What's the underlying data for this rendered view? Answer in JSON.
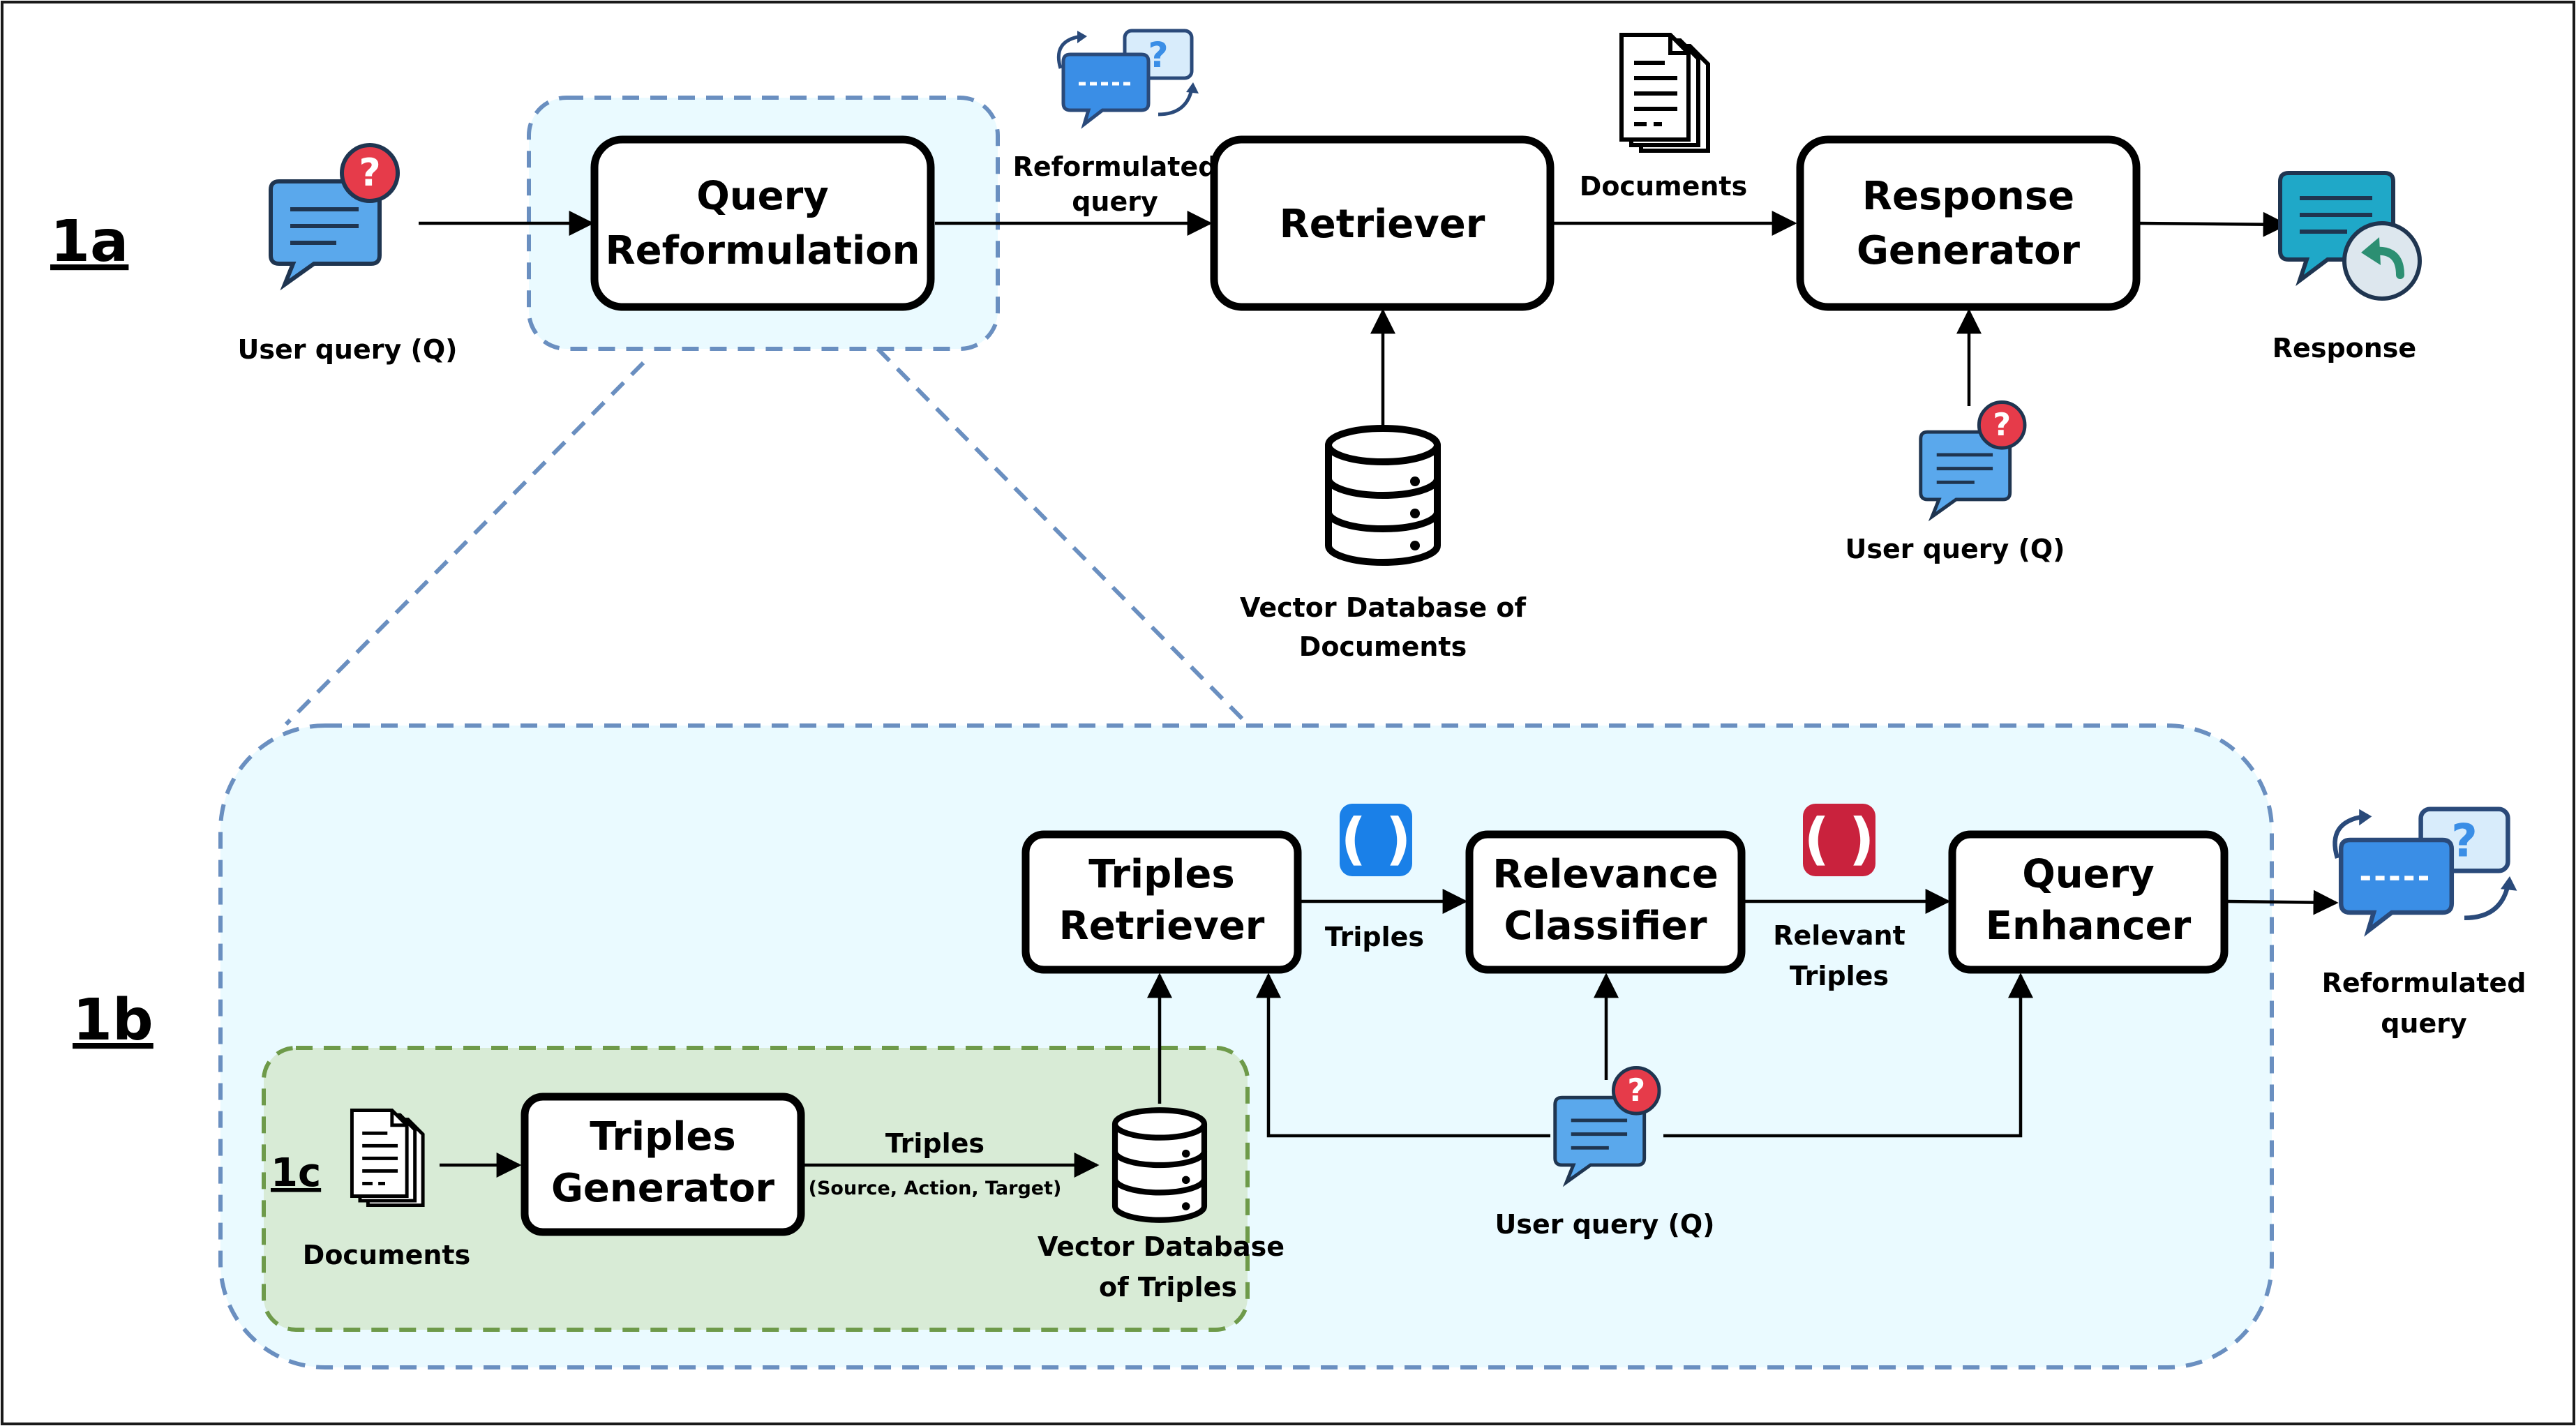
{
  "sections": {
    "s1a": "1a",
    "s1b": "1b",
    "s1c": "1c"
  },
  "pipeline_1a": {
    "user_query": "User query (Q)",
    "query_reformulation": [
      "Query",
      "Reformulation"
    ],
    "reformulated_query": [
      "Reformulated",
      "query"
    ],
    "retriever": "Retriever",
    "documents": "Documents",
    "response_generator": [
      "Response",
      "Generator"
    ],
    "response": "Response",
    "vector_db_documents": [
      "Vector Database of",
      "Documents"
    ],
    "user_query_2": "User query (Q)"
  },
  "pipeline_1b": {
    "triples_retriever": [
      "Triples",
      "Retriever"
    ],
    "triples": "Triples",
    "relevance_classifier": [
      "Relevance",
      "Classifier"
    ],
    "relevant_triples": [
      "Relevant",
      "Triples"
    ],
    "query_enhancer": [
      "Query",
      "Enhancer"
    ],
    "reformulated_query": [
      "Reformulated",
      "query"
    ],
    "user_query": "User query (Q)"
  },
  "pipeline_1c": {
    "documents": "Documents",
    "triples_generator": [
      "Triples",
      "Generator"
    ],
    "triples": "Triples",
    "triples_detail": "(Source, Action, Target)",
    "vector_db_triples": [
      "Vector Database",
      "of Triples"
    ]
  },
  "icons": {
    "chat_question": "chat-question-icon",
    "reformulate": "chat-reformulate-icon",
    "documents": "documents-icon",
    "database": "database-icon",
    "reply": "chat-reply-icon",
    "brackets_blue": "brackets-icon",
    "brackets_red": "brackets-icon"
  },
  "colors": {
    "panel_blue": "#eafaff",
    "panel_green": "#d8ebd6",
    "dash_blue": "#6a8fc0",
    "dash_green": "#6e9a4a",
    "chat_blue": "#5aa8ec",
    "badge_red": "#e63b4a",
    "bracket_blue": "#1a80e8",
    "bracket_red": "#c9223d",
    "reply_teal": "#1fa8c8"
  }
}
